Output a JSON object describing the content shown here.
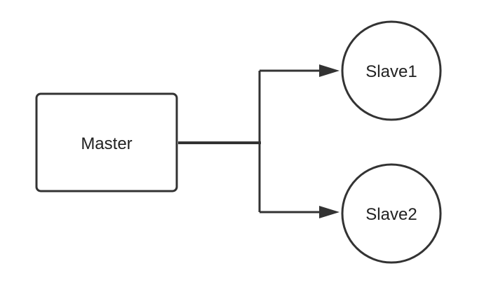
{
  "diagram": {
    "colors": {
      "stroke": "#333333",
      "fill": "#ffffff",
      "text": "#222222"
    },
    "nodes": [
      {
        "id": "master",
        "shape": "rectangle",
        "label": "Master"
      },
      {
        "id": "slave1",
        "shape": "circle",
        "label": "Slave1"
      },
      {
        "id": "slave2",
        "shape": "circle",
        "label": "Slave2"
      }
    ],
    "edges": [
      {
        "from": "Master",
        "to": "Slave1",
        "style": "arrow"
      },
      {
        "from": "Master",
        "to": "Slave2",
        "style": "arrow"
      }
    ]
  }
}
